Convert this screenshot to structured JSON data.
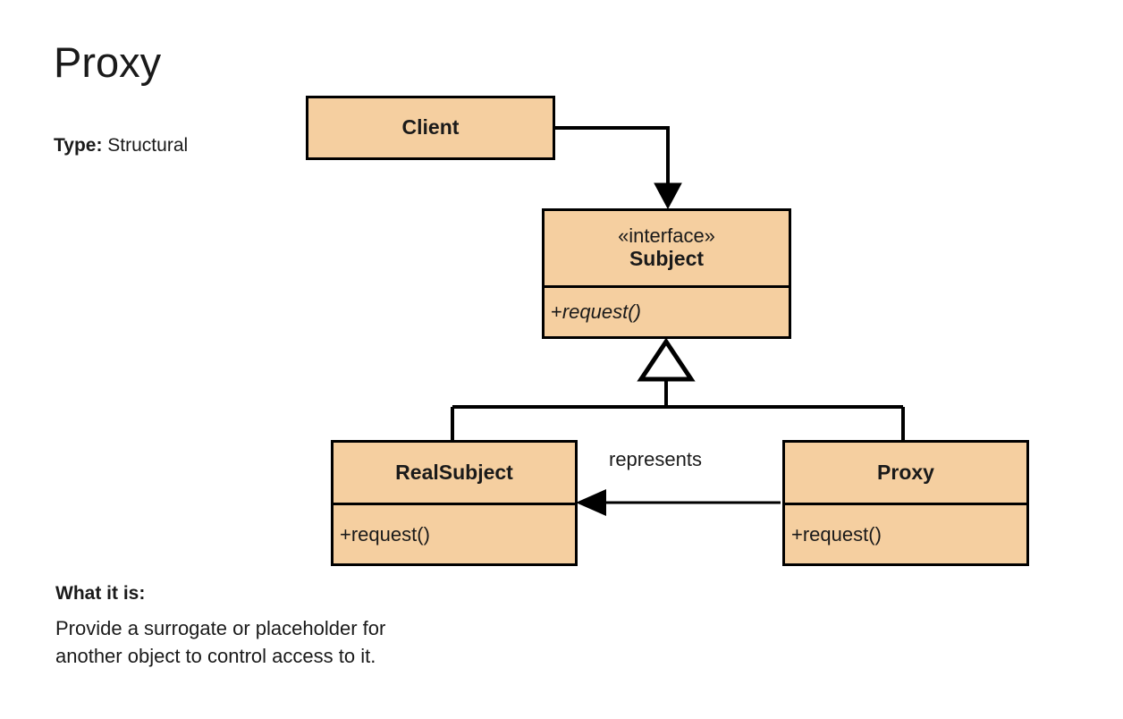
{
  "page": {
    "title": "Proxy",
    "type_label": "Type:",
    "type_value": "Structural"
  },
  "diagram": {
    "kind": "uml-class-diagram",
    "boxes": [
      {
        "id": "client",
        "name": "Client",
        "stereotype": "",
        "operations": []
      },
      {
        "id": "subject",
        "name": "Subject",
        "stereotype": "«interface»",
        "operations": [
          {
            "visibility": "+",
            "signature": "request()",
            "abstract": true
          }
        ]
      },
      {
        "id": "realsubject",
        "name": "RealSubject",
        "stereotype": "",
        "operations": [
          {
            "visibility": "+",
            "signature": "request()",
            "abstract": false
          }
        ]
      },
      {
        "id": "proxy",
        "name": "Proxy",
        "stereotype": "",
        "operations": [
          {
            "visibility": "+",
            "signature": "request()",
            "abstract": false
          }
        ]
      }
    ],
    "connectors": [
      {
        "id": "client-to-subject",
        "from": "client",
        "to": "subject",
        "type": "dependency-arrow",
        "label": ""
      },
      {
        "id": "realsubject-implements-subject",
        "from": "realsubject",
        "to": "subject",
        "type": "generalization",
        "label": ""
      },
      {
        "id": "proxy-implements-subject",
        "from": "proxy",
        "to": "subject",
        "type": "generalization",
        "label": ""
      },
      {
        "id": "proxy-represents-realsubject",
        "from": "proxy",
        "to": "realsubject",
        "type": "association-arrow",
        "label": "represents"
      }
    ]
  },
  "description": {
    "heading": "What it is:",
    "line1": "Provide a surrogate or placeholder for",
    "line2": "another object to control access to it."
  },
  "colors": {
    "box_fill": "#f5cfa0",
    "stroke": "#000000",
    "text": "#1a1a1a",
    "background": "#ffffff"
  }
}
